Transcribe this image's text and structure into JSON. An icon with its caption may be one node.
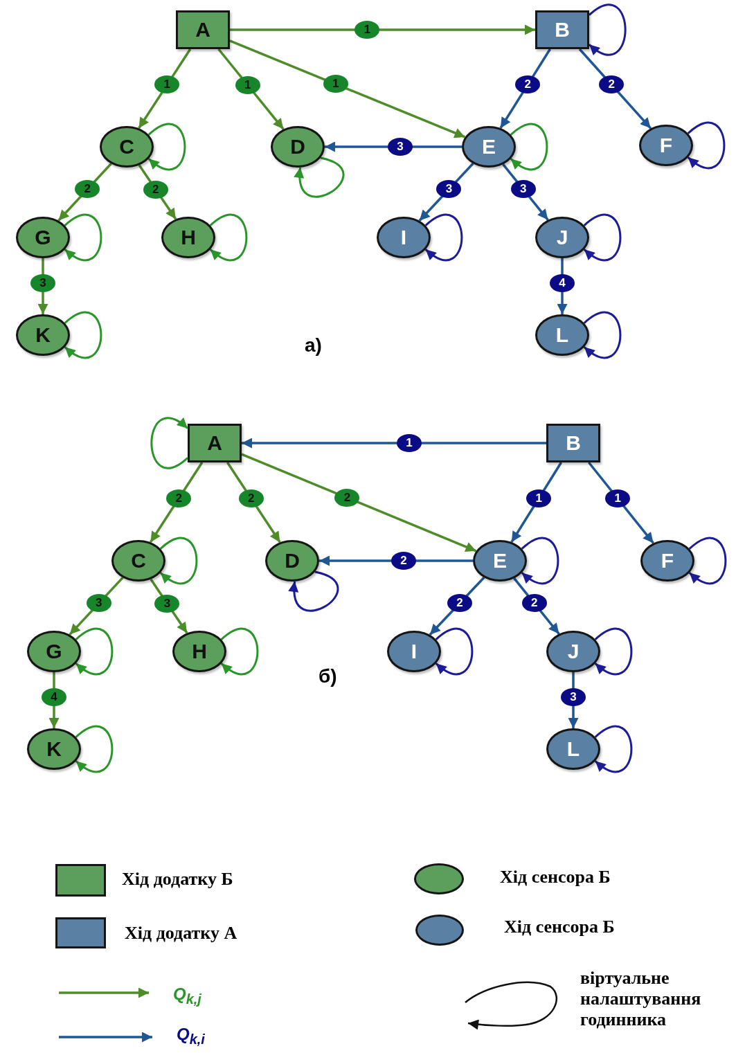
{
  "diagram": {
    "nodes": [
      {
        "text": [
          "A"
        ]
      },
      {
        "text": [
          "B"
        ]
      },
      {
        "text": [
          "C"
        ]
      },
      {
        "text": [
          "D"
        ]
      },
      {
        "text": [
          "E"
        ]
      },
      {
        "text": [
          "F"
        ]
      },
      {
        "text": [
          "G"
        ]
      },
      {
        "text": [
          "H"
        ]
      },
      {
        "text": [
          "I"
        ]
      },
      {
        "text": [
          "J"
        ]
      },
      {
        "text": [
          "K"
        ]
      },
      {
        "text": [
          "L"
        ]
      },
      {
        "text": [
          "A"
        ]
      },
      {
        "text": [
          "B"
        ]
      },
      {
        "text": [
          "C"
        ]
      },
      {
        "text": [
          "D"
        ]
      },
      {
        "text": [
          "E"
        ]
      },
      {
        "text": [
          "F"
        ]
      },
      {
        "text": [
          "G"
        ]
      },
      {
        "text": [
          "H"
        ]
      },
      {
        "text": [
          "I"
        ]
      },
      {
        "text": [
          "J"
        ]
      },
      {
        "text": [
          "K"
        ]
      },
      {
        "text": [
          "L"
        ]
      }
    ],
    "edges": [
      {
        "from": 0,
        "to": 1,
        "arrow": "to",
        "label": "1"
      },
      {
        "from": 0,
        "to": 2,
        "arrow": "to",
        "label": "1"
      },
      {
        "from": 0,
        "to": 3,
        "arrow": "to",
        "label": "1"
      },
      {
        "from": 0,
        "to": 4,
        "arrow": "to",
        "label": "1"
      },
      {
        "from": 1,
        "to": 4,
        "arrow": "to",
        "label": "2",
        "color": "#1f5694"
      },
      {
        "from": 1,
        "to": 5,
        "arrow": "to",
        "label": "2",
        "color": "#1f5694"
      },
      {
        "from": 4,
        "to": 3,
        "arrow": "to",
        "label": "3",
        "color": "#1f5694"
      },
      {
        "from": 2,
        "to": 6,
        "arrow": "to",
        "label": "2"
      },
      {
        "from": 2,
        "to": 7,
        "arrow": "to",
        "label": "2"
      },
      {
        "from": 4,
        "to": 8,
        "arrow": "to",
        "label": "3",
        "color": "#1f5694"
      },
      {
        "from": 4,
        "to": 9,
        "arrow": "to",
        "label": "3",
        "color": "#1f5694"
      },
      {
        "from": 6,
        "to": 10,
        "arrow": "to",
        "label": "3"
      },
      {
        "from": 9,
        "to": 11,
        "arrow": "to",
        "label": "4",
        "color": "#1f5694"
      },
      {
        "from": 1,
        "to": 1,
        "arrow": "to",
        "color": "#1c1c96"
      },
      {
        "from": 2,
        "to": 2,
        "arrow": "to",
        "color": "#2a962a"
      },
      {
        "from": 3,
        "to": 3,
        "arrow": "to",
        "color": "#2a962a"
      },
      {
        "from": 4,
        "to": 4,
        "arrow": "to",
        "color": "#2a962a"
      },
      {
        "from": 5,
        "to": 5,
        "arrow": "to",
        "color": "#1c1c96"
      },
      {
        "from": 6,
        "to": 6,
        "arrow": "to",
        "color": "#2a962a"
      },
      {
        "from": 7,
        "to": 7,
        "arrow": "to",
        "color": "#2a962a"
      },
      {
        "from": 8,
        "to": 8,
        "arrow": "to",
        "color": "#1c1c96"
      },
      {
        "from": 9,
        "to": 9,
        "arrow": "to",
        "color": "#1c1c96"
      },
      {
        "from": 10,
        "to": 10,
        "arrow": "to",
        "color": "#2a962a"
      },
      {
        "from": 11,
        "to": 11,
        "arrow": "to",
        "color": "#1c1c96"
      },
      {
        "from": 13,
        "to": 12,
        "arrow": "to",
        "label": "1",
        "color": "#1f5694"
      },
      {
        "from": 12,
        "to": 14,
        "arrow": "to",
        "label": "2"
      },
      {
        "from": 12,
        "to": 15,
        "arrow": "to",
        "label": "2"
      },
      {
        "from": 12,
        "to": 16,
        "arrow": "to",
        "label": "2"
      },
      {
        "from": 13,
        "to": 16,
        "arrow": "to",
        "label": "1",
        "color": "#1f5694"
      },
      {
        "from": 13,
        "to": 17,
        "arrow": "to",
        "label": "1",
        "color": "#1f5694"
      },
      {
        "from": 16,
        "to": 15,
        "arrow": "to",
        "label": "2",
        "color": "#1f5694"
      },
      {
        "from": 14,
        "to": 18,
        "arrow": "to",
        "label": "3"
      },
      {
        "from": 14,
        "to": 19,
        "arrow": "to",
        "label": "3"
      },
      {
        "from": 16,
        "to": 20,
        "arrow": "to",
        "label": "2",
        "color": "#1f5694"
      },
      {
        "from": 16,
        "to": 21,
        "arrow": "to",
        "label": "2",
        "color": "#1f5694"
      },
      {
        "from": 18,
        "to": 22,
        "arrow": "to",
        "label": "4"
      },
      {
        "from": 21,
        "to": 23,
        "arrow": "to",
        "label": "3",
        "color": "#1f5694"
      },
      {
        "from": 12,
        "to": 12,
        "arrow": "to",
        "color": "#2a962a"
      },
      {
        "from": 14,
        "to": 14,
        "arrow": "to",
        "color": "#2a962a"
      },
      {
        "from": 15,
        "to": 15,
        "arrow": "to",
        "color": "#1c1c96"
      },
      {
        "from": 16,
        "to": 16,
        "arrow": "to",
        "color": "#1c1c96"
      },
      {
        "from": 17,
        "to": 17,
        "arrow": "to",
        "color": "#1c1c96"
      },
      {
        "from": 18,
        "to": 18,
        "arrow": "to",
        "color": "#2a962a"
      },
      {
        "from": 19,
        "to": 19,
        "arrow": "to",
        "color": "#2a962a"
      },
      {
        "from": 20,
        "to": 20,
        "arrow": "to",
        "color": "#1c1c96"
      },
      {
        "from": 21,
        "to": 21,
        "arrow": "to",
        "color": "#1c1c96"
      },
      {
        "from": 22,
        "to": 22,
        "arrow": "to",
        "color": "#2a962a"
      },
      {
        "from": 23,
        "to": 23,
        "arrow": "to",
        "color": "#1c1c96"
      }
    ],
    "labels": [
      "а)",
      "б)"
    ],
    "legend": [
      {
        "text": "Хід додатку Б",
        "color": "#5c9e5c"
      },
      {
        "text": "Хід сенсора Б",
        "color": "#5c9e5c"
      },
      {
        "text": "Хід додатку А",
        "color": "#5a80a4"
      },
      {
        "text": "Хід сенсора Б",
        "color": "#5a80a4"
      },
      {
        "text": "Q$_{k,j}$"
      },
      {
        "text": "віртуальне налаштування годинника"
      },
      {
        "text": "Q$_{k,i}$"
      }
    ]
  }
}
